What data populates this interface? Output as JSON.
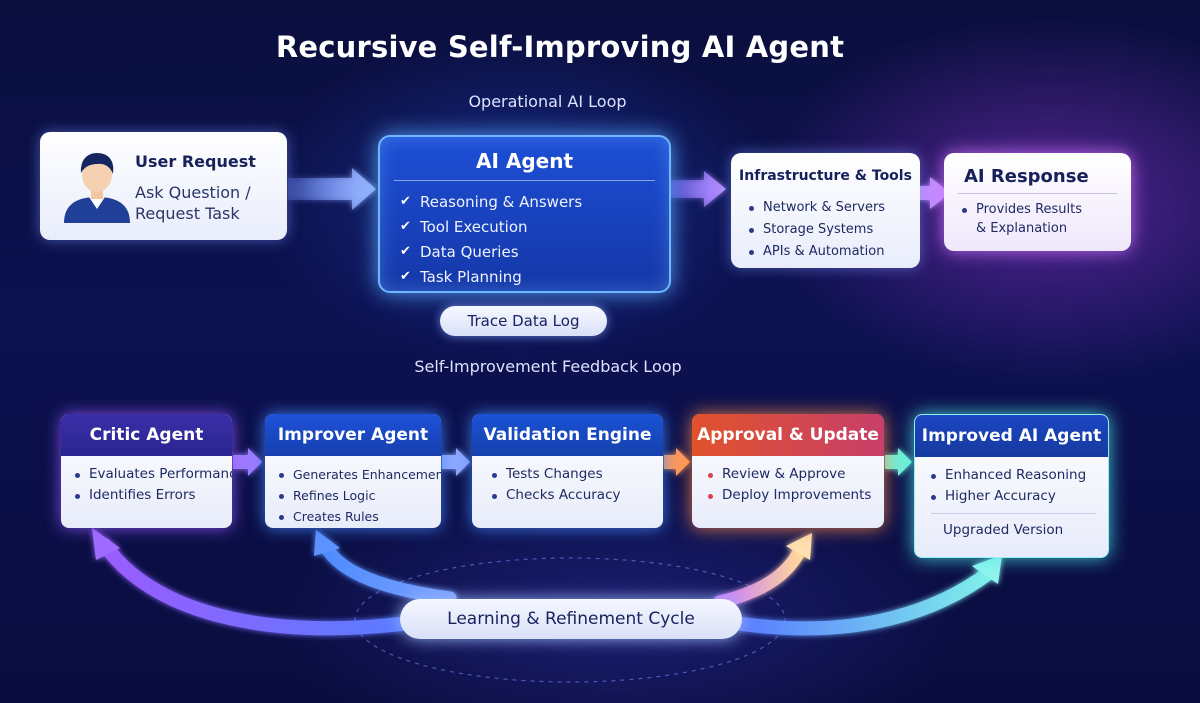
{
  "title": "Recursive Self-Improving AI Agent",
  "sections": {
    "operational": "Operational AI Loop",
    "feedback": "Self-Improvement Feedback Loop"
  },
  "user_request": {
    "title": "User Request",
    "subtitle": "Ask Question /\nRequest Task"
  },
  "ai_agent": {
    "title": "AI Agent",
    "items": [
      "Reasoning & Answers",
      "Tool Execution",
      "Data Queries",
      "Task Planning"
    ]
  },
  "infrastructure": {
    "title": "Infrastructure & Tools",
    "items": [
      "Network & Servers",
      "Storage Systems",
      "APIs & Automation"
    ]
  },
  "ai_response": {
    "title": "AI Response",
    "items": [
      "Provides Results\n& Explanation"
    ]
  },
  "trace_log": "Trace Data Log",
  "feedback_loop": {
    "critic": {
      "title": "Critic Agent",
      "items": [
        "Evaluates Performance",
        "Identifies Errors"
      ]
    },
    "improver": {
      "title": "Improver Agent",
      "items": [
        "Generates Enhancements",
        "Refines Logic",
        "Creates Rules"
      ]
    },
    "validation": {
      "title": "Validation Engine",
      "items": [
        "Tests Changes",
        "Checks Accuracy"
      ]
    },
    "approval": {
      "title": "Approval & Update",
      "items": [
        "Review & Approve",
        "Deploy Improvements"
      ]
    },
    "improved": {
      "title": "Improved AI Agent",
      "items": [
        "Enhanced Reasoning",
        "Higher Accuracy"
      ],
      "footer": "Upgraded Version"
    }
  },
  "cycle_label": "Learning & Refinement Cycle",
  "icons": {
    "avatar": "user-avatar-icon",
    "check": "check-icon",
    "arrow": "arrow-right-icon"
  },
  "colors": {
    "background": "#0b0f3e",
    "agent_blue": "#1d4fd6",
    "critic_purple": "#3b2fa8",
    "approval_orange": "#e0522c",
    "improved_cyan": "#8ff0f0",
    "response_glow": "#d278ff"
  }
}
